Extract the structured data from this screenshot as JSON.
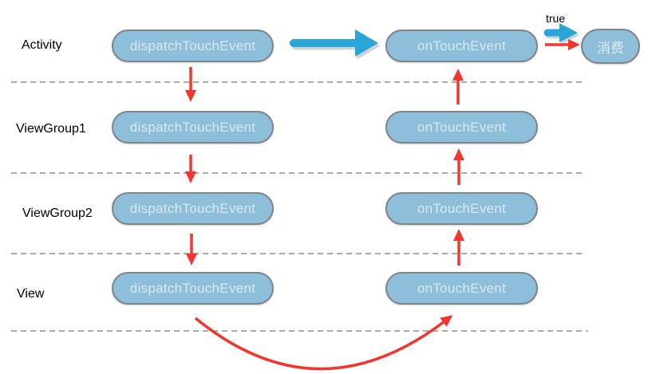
{
  "diagram": {
    "title_semantic": "Android touch event dispatch flow",
    "rows": [
      {
        "label": "Activity",
        "dispatch": "dispatchTouchEvent",
        "ontouch": "onTouchEvent"
      },
      {
        "label": "ViewGroup1",
        "dispatch": "dispatchTouchEvent",
        "ontouch": "onTouchEvent"
      },
      {
        "label": "ViewGroup2",
        "dispatch": "dispatchTouchEvent",
        "ontouch": "onTouchEvent"
      },
      {
        "label": "View",
        "dispatch": "dispatchTouchEvent",
        "ontouch": "onTouchEvent"
      }
    ],
    "true_label": "true",
    "consume_label": "消费",
    "colors": {
      "pill_fill": "#8dbeda",
      "pill_border": "#7f8589",
      "pill_text": "#d9e9f3",
      "blue_arrow": "#2aa5d8",
      "red_arrow": "#f2352e",
      "dashed_line": "#ababab",
      "label_text": "#000000",
      "background": "#ffffff"
    }
  }
}
